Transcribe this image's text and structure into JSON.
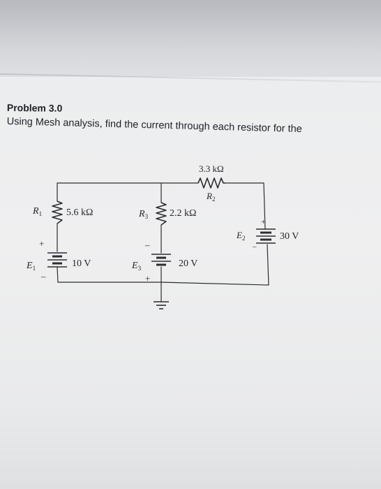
{
  "problem_title": "Problem 3.0",
  "question": "Using Mesh analysis, find the current through each resistor for the",
  "circuit": {
    "r1": {
      "name": "R",
      "sub": "1",
      "value": "5.6 kΩ"
    },
    "r2": {
      "name": "R",
      "sub": "2",
      "value": "3.3 kΩ"
    },
    "r3": {
      "name": "R",
      "sub": "3",
      "value": "2.2 kΩ"
    },
    "e1": {
      "name": "E",
      "sub": "1",
      "value": "10 V",
      "plus": "+",
      "minus": "–"
    },
    "e2": {
      "name": "E",
      "sub": "2",
      "value": "30 V",
      "plus": "+",
      "minus": "–"
    },
    "e3": {
      "name": "E",
      "sub": "3",
      "value": "20 V",
      "plus": "+",
      "minus": "–"
    }
  }
}
